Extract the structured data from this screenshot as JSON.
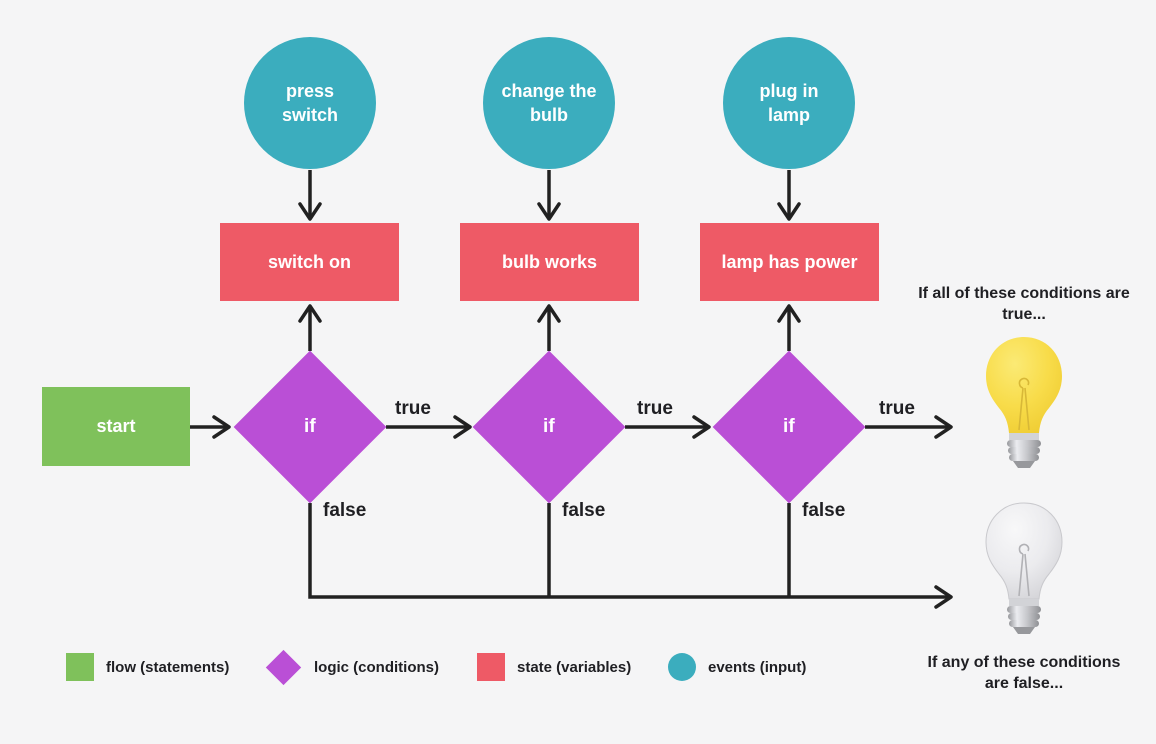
{
  "colors": {
    "background": "#F5F5F6",
    "flow": "#7FC15B",
    "logic": "#BA4FD6",
    "state": "#EE5A66",
    "events": "#3BADBE",
    "line": "#212121",
    "node_text": "#FFFFFF",
    "label_text": "#1F1F23",
    "bulb_on": "#F8DC4A",
    "bulb_off": "#E6E6E9"
  },
  "nodes": {
    "start": "start",
    "columns": [
      {
        "event": "press switch",
        "state": "switch on",
        "condition": "if"
      },
      {
        "event": "change the bulb",
        "state": "bulb works",
        "condition": "if"
      },
      {
        "event": "plug in lamp",
        "state": "lamp has power",
        "condition": "if"
      }
    ]
  },
  "edge_labels": {
    "true": "true",
    "false": "false"
  },
  "edges": [
    {
      "from": "press switch",
      "to": "switch on"
    },
    {
      "from": "change the bulb",
      "to": "bulb works"
    },
    {
      "from": "plug in lamp",
      "to": "lamp has power"
    },
    {
      "from": "if-1",
      "to": "switch on"
    },
    {
      "from": "if-2",
      "to": "bulb works"
    },
    {
      "from": "if-3",
      "to": "lamp has power"
    },
    {
      "from": "start",
      "to": "if-1"
    },
    {
      "from": "if-1",
      "to": "if-2",
      "label": "true"
    },
    {
      "from": "if-2",
      "to": "if-3",
      "label": "true"
    },
    {
      "from": "if-3",
      "to": "lightbulb-on",
      "label": "true"
    },
    {
      "from": "if-1",
      "to": "lightbulb-off",
      "label": "false"
    },
    {
      "from": "if-2",
      "to": "lightbulb-off",
      "label": "false"
    },
    {
      "from": "if-3",
      "to": "lightbulb-off",
      "label": "false"
    }
  ],
  "outcomes": {
    "all_true": {
      "caption": "If all of these conditions are true...",
      "icon": "lightbulb-on-icon"
    },
    "any_false": {
      "caption": "If any of these conditions are false...",
      "icon": "lightbulb-off-icon"
    }
  },
  "legend": {
    "items": [
      {
        "shape": "square",
        "color": "#7FC15B",
        "label": "flow (statements)"
      },
      {
        "shape": "diamond",
        "color": "#BA4FD6",
        "label": "logic (conditions)"
      },
      {
        "shape": "square",
        "color": "#EE5A66",
        "label": "state (variables)"
      },
      {
        "shape": "circle",
        "color": "#3BADBE",
        "label": "events (input)"
      }
    ]
  }
}
